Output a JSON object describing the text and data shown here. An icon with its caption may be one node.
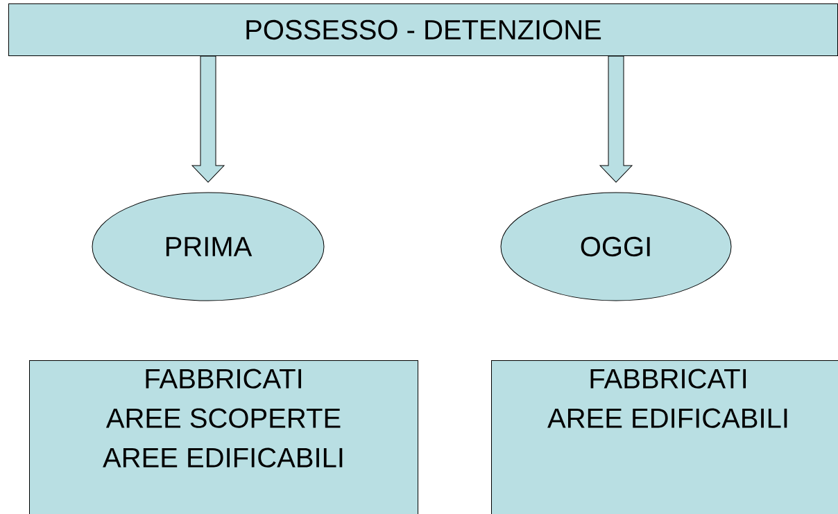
{
  "diagram": {
    "nodes": [
      {
        "text": [
          "POSSESSO - DETENZIONE"
        ]
      },
      {
        "text": [
          "PRIMA"
        ]
      },
      {
        "text": [
          "OGGI"
        ]
      },
      {
        "text": [
          "FABBRICATI",
          "AREE SCOPERTE",
          "AREE EDIFICABILI"
        ]
      },
      {
        "text": [
          "FABBRICATI",
          "AREE EDIFICABILI"
        ]
      }
    ],
    "edges": [
      {
        "from": 0,
        "to": 1,
        "arrow": "to"
      },
      {
        "from": 0,
        "to": 2,
        "arrow": "to"
      }
    ]
  }
}
